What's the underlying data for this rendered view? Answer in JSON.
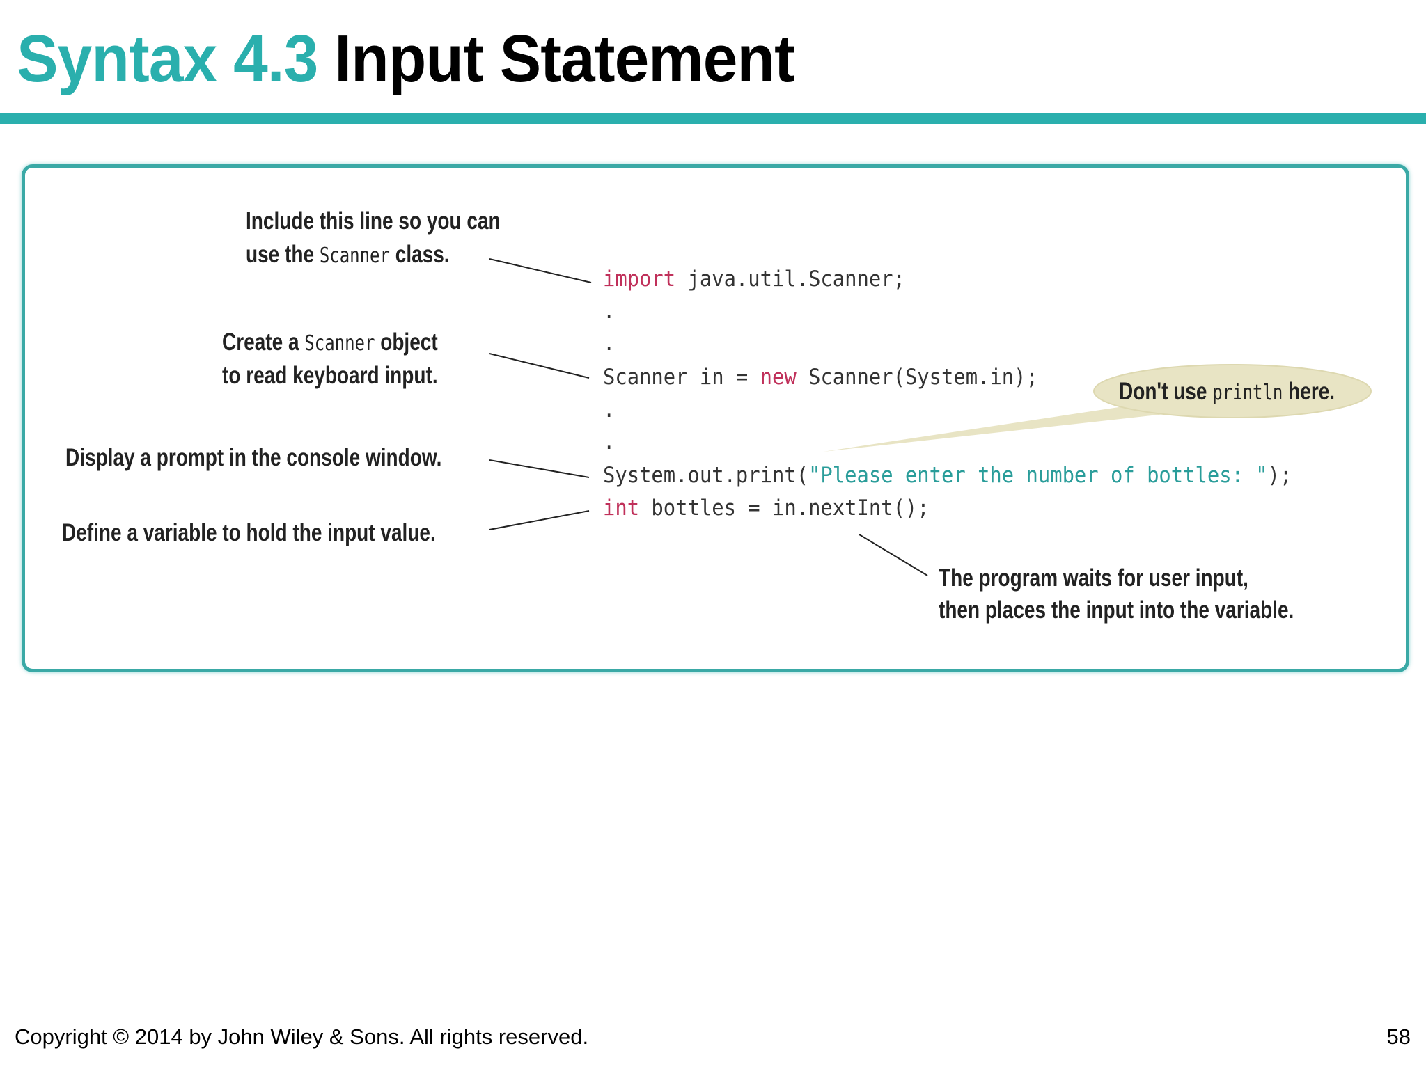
{
  "title": {
    "number": "Syntax 4.3",
    "text": "Input Statement"
  },
  "colors": {
    "accent": "#2aafad",
    "keyword": "#c0305a",
    "string": "#2a9d9a",
    "bubble": "#e8e4c4"
  },
  "code": {
    "line1": {
      "kw": "import",
      "rest": " java.util.Scanner;"
    },
    "dot": ".",
    "line2": {
      "a": "Scanner in = ",
      "kw": "new",
      "b": " Scanner(System.in);"
    },
    "line3": {
      "a": "System.out.print(",
      "str": "\"Please enter the number of bottles: \"",
      "b": ");"
    },
    "line4": {
      "kw": "int",
      "rest": " bottles = in.nextInt();"
    }
  },
  "notes": {
    "include": {
      "l1": "Include this line so you can",
      "l2a": "use the ",
      "l2m": "Scanner",
      "l2b": " class."
    },
    "create": {
      "l1a": "Create a ",
      "l1m": "Scanner",
      "l1b": " object",
      "l2": "to read keyboard input."
    },
    "display": "Display a prompt in the console window.",
    "define": "Define a variable to hold the input value.",
    "waits": {
      "l1": "The program waits for user input,",
      "l2": "then places the input into the variable."
    },
    "bubble": {
      "a": "Don't use ",
      "m": "println",
      "b": " here."
    }
  },
  "footer": {
    "copyright": "Copyright © 2014 by John Wiley & Sons.  All rights reserved.",
    "page": "58"
  }
}
